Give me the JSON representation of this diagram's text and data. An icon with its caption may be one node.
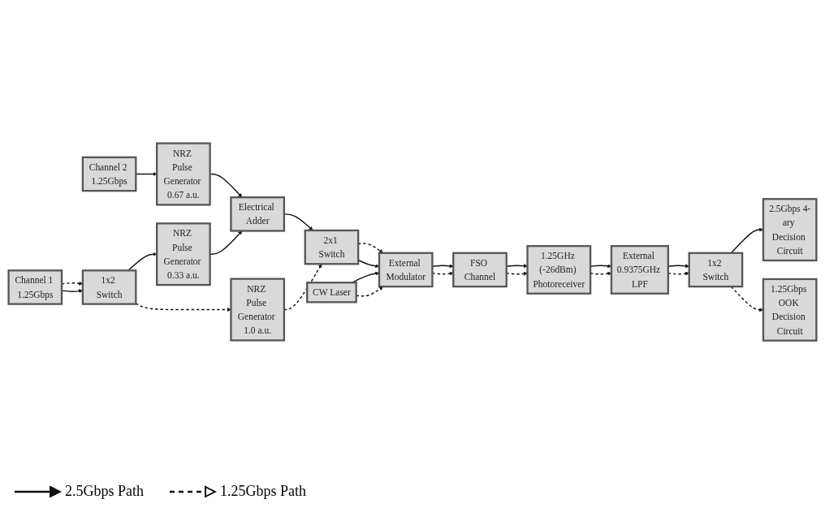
{
  "diagram": {
    "nodes": [
      {
        "text": [
          "Channel 2 1.25Gbps"
        ]
      },
      {
        "text": [
          "NRZ Pulse Generator 0.67 a.u."
        ]
      },
      {
        "text": [
          "2.5Gbps 4-ary Decision Circuit"
        ]
      },
      {
        "text": [
          "1.25Gbps OOK Decision Circuit"
        ]
      },
      {
        "text": [
          "Channel 1 1.25Gbps"
        ]
      },
      {
        "text": [
          "NRZ Pulse Generator 0.33 a.u."
        ]
      },
      {
        "text": [
          "Electrical Adder"
        ]
      },
      {
        "text": [
          "1x2 Switch"
        ]
      },
      {
        "text": [
          "External 0.9375GHz LPF"
        ]
      },
      {
        "text": [
          "1x2 Switch"
        ]
      },
      {
        "text": [
          "NRZ Pulse Generator 1.0 a.u."
        ]
      },
      {
        "text": [
          "2x1 Switch"
        ]
      },
      {
        "text": [
          "1.25GHz (-26dBm) Photoreceiver"
        ]
      },
      {
        "text": [
          "CW Laser"
        ]
      },
      {
        "text": [
          "External Modulator"
        ]
      },
      {
        "text": [
          "FSO Channel"
        ]
      }
    ],
    "edges": [
      {
        "from": 0,
        "to": 1,
        "arrow": "to"
      },
      {
        "from": 1,
        "to": 6,
        "arrow": "to"
      },
      {
        "from": 4,
        "to": 9,
        "arrow": "to",
        "style": "dashed"
      },
      {
        "from": 4,
        "to": 9,
        "arrow": "to"
      },
      {
        "from": 9,
        "to": 5,
        "arrow": "to"
      },
      {
        "from": 5,
        "to": 6,
        "arrow": "to"
      },
      {
        "from": 9,
        "to": 10,
        "arrow": "to",
        "style": "dashed"
      },
      {
        "from": 10,
        "to": 11,
        "arrow": "to",
        "style": "dashed"
      },
      {
        "from": 6,
        "to": 11,
        "arrow": "to"
      },
      {
        "from": 11,
        "to": 14,
        "arrow": "to",
        "style": "dashed"
      },
      {
        "from": 11,
        "to": 14,
        "arrow": "to"
      },
      {
        "from": 13,
        "to": 14,
        "arrow": "to"
      },
      {
        "from": 13,
        "to": 14,
        "arrow": "to",
        "style": "dashed"
      },
      {
        "from": 14,
        "to": 15,
        "arrow": "to"
      },
      {
        "from": 14,
        "to": 15,
        "arrow": "to",
        "style": "dashed"
      },
      {
        "from": 15,
        "to": 12,
        "arrow": "to"
      },
      {
        "from": 15,
        "to": 12,
        "arrow": "to",
        "style": "dashed"
      },
      {
        "from": 12,
        "to": 8,
        "arrow": "to"
      },
      {
        "from": 12,
        "to": 8,
        "arrow": "to",
        "style": "dashed"
      },
      {
        "from": 8,
        "to": 7,
        "arrow": "to"
      },
      {
        "from": 8,
        "to": 7,
        "arrow": "to",
        "style": "dashed"
      },
      {
        "from": 7,
        "to": 2,
        "arrow": "to"
      },
      {
        "from": 7,
        "to": 3,
        "arrow": "to",
        "style": "dashed"
      }
    ],
    "legend": [
      {
        "text": "2.5Gbps Path"
      },
      {
        "text": "1.25Gbps Path"
      }
    ]
  }
}
